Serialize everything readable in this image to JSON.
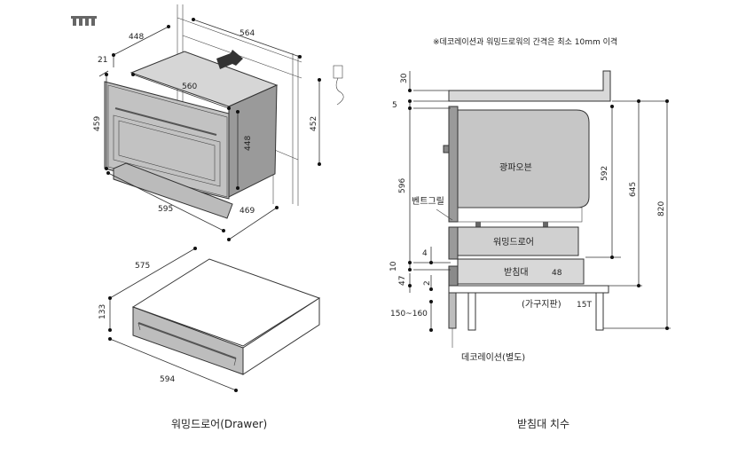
{
  "left_diagram": {
    "oven_dims": {
      "d448": "448",
      "d564": "564",
      "d21": "21",
      "d560": "560",
      "d459": "459",
      "d448b": "448",
      "d452": "452",
      "d595": "595",
      "d469": "469"
    },
    "drawer_dims": {
      "d575": "575",
      "d133": "133",
      "d594": "594"
    },
    "caption": "워밍드로어(Drawer)"
  },
  "right_diagram": {
    "note": "※데코레이션과 워밍드로워의 간격은 최소 10mm 이격",
    "dims": {
      "d30": "30",
      "d5": "5",
      "d596": "596",
      "d592": "592",
      "d645": "645",
      "d820": "820",
      "d4": "4",
      "d10": "10",
      "d2": "2",
      "d47": "47",
      "d48": "48",
      "d150_160": "150~160",
      "d15t": "15T"
    },
    "labels": {
      "oven": "광파오븐",
      "vent": "벤트그릴",
      "drawer": "워밍드로어",
      "stand": "받침대",
      "furniture": "(가구지판)",
      "decoration": "데코레이션(별도)"
    },
    "caption": "받침대 치수"
  },
  "colors": {
    "panel_gray": "#bdbdbd",
    "panel_dark": "#8a8a8a",
    "stroke": "#333333"
  }
}
